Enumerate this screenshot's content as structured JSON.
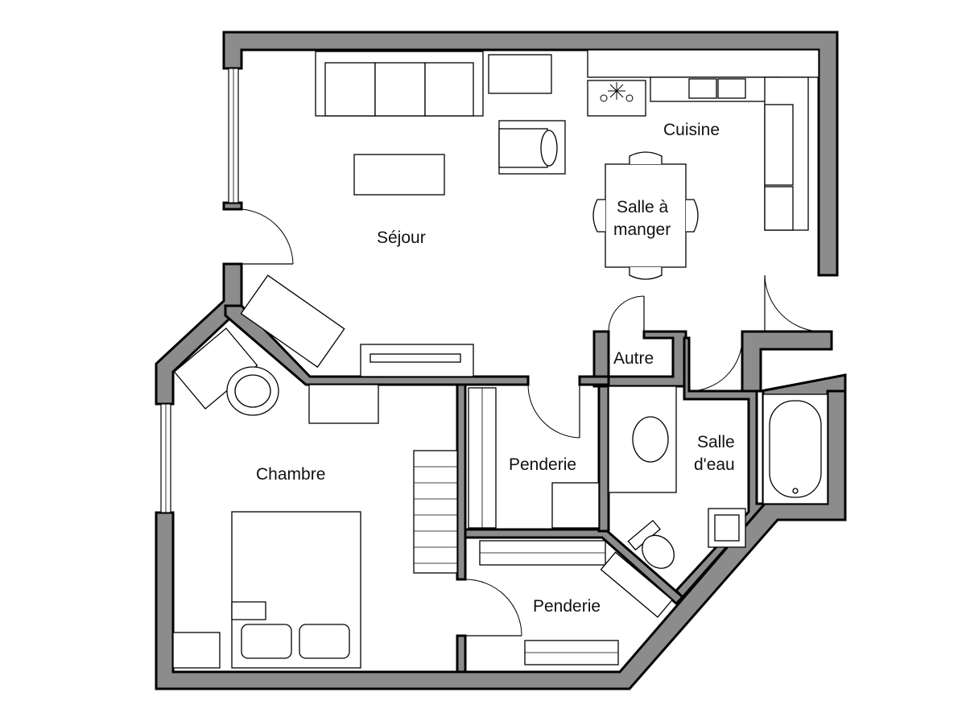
{
  "floorplan": {
    "rooms": {
      "sejour": "Séjour",
      "cuisine": "Cuisine",
      "salle_a_manger_line1": "Salle à",
      "salle_a_manger_line2": "manger",
      "autre": "Autre",
      "chambre": "Chambre",
      "penderie_1": "Penderie",
      "penderie_2": "Penderie",
      "salle_deau_line1": "Salle",
      "salle_deau_line2": "d'eau"
    },
    "colors": {
      "wall": "#8c8c8c",
      "outline": "#000000",
      "background": "#ffffff"
    }
  }
}
